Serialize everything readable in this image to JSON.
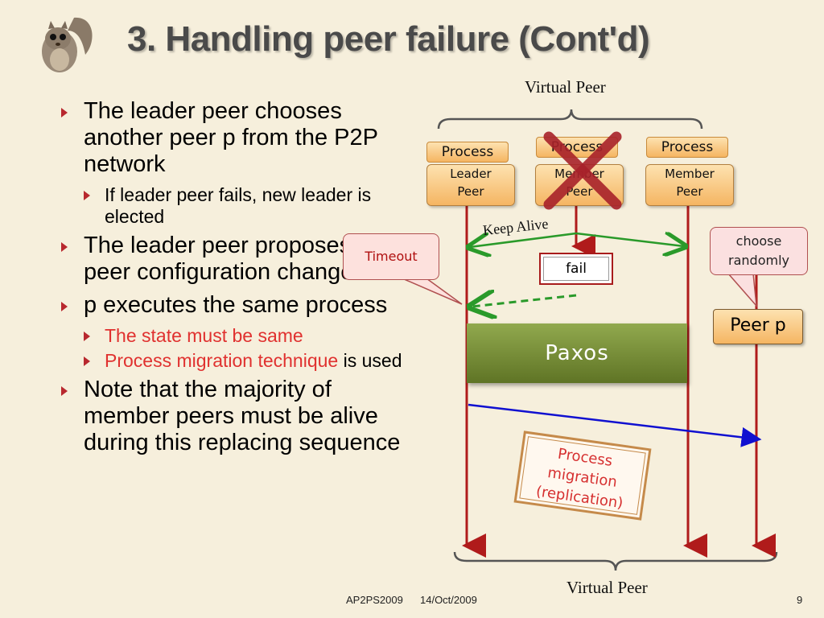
{
  "slide": {
    "title": "3. Handling peer failure (Cont'd)",
    "bullets": [
      {
        "text": "The leader peer chooses another peer p from the P2P network",
        "sub": [
          {
            "text": "If leader peer fails, new leader is elected",
            "highlight": ""
          }
        ]
      },
      {
        "text": "The leader peer proposes a peer configuration change"
      },
      {
        "text": "p executes the same process",
        "sub": [
          {
            "text": "The state must be same"
          },
          {
            "highlight": "Process migration technique",
            "text": "is used"
          }
        ]
      },
      {
        "text": "Note that the majority of member peers must be alive during this replacing sequence"
      }
    ]
  },
  "diagram": {
    "virtual_peer_top": "Virtual Peer",
    "virtual_peer_bottom": "Virtual Peer",
    "process_label": "Process",
    "leader_peer": [
      "Leader",
      "Peer"
    ],
    "member_peer": [
      "Member",
      "Peer"
    ],
    "keep_alive": "Keep Alive",
    "timeout": "Timeout",
    "fail": "fail",
    "choose_randomly": [
      "choose",
      "randomly"
    ],
    "peer_p": "Peer p",
    "paxos": "Paxos",
    "migration": [
      "Process",
      "migration",
      "(replication)"
    ]
  },
  "footer": {
    "conference": "AP2PS2009",
    "date": "14/Oct/2009",
    "page": "9"
  },
  "colors": {
    "background": "#f6efdc",
    "timeline": "#b01b1b",
    "arrow_green": "#2a9a2a",
    "arrow_blue": "#1010d0",
    "paxos": "#6f8530"
  }
}
